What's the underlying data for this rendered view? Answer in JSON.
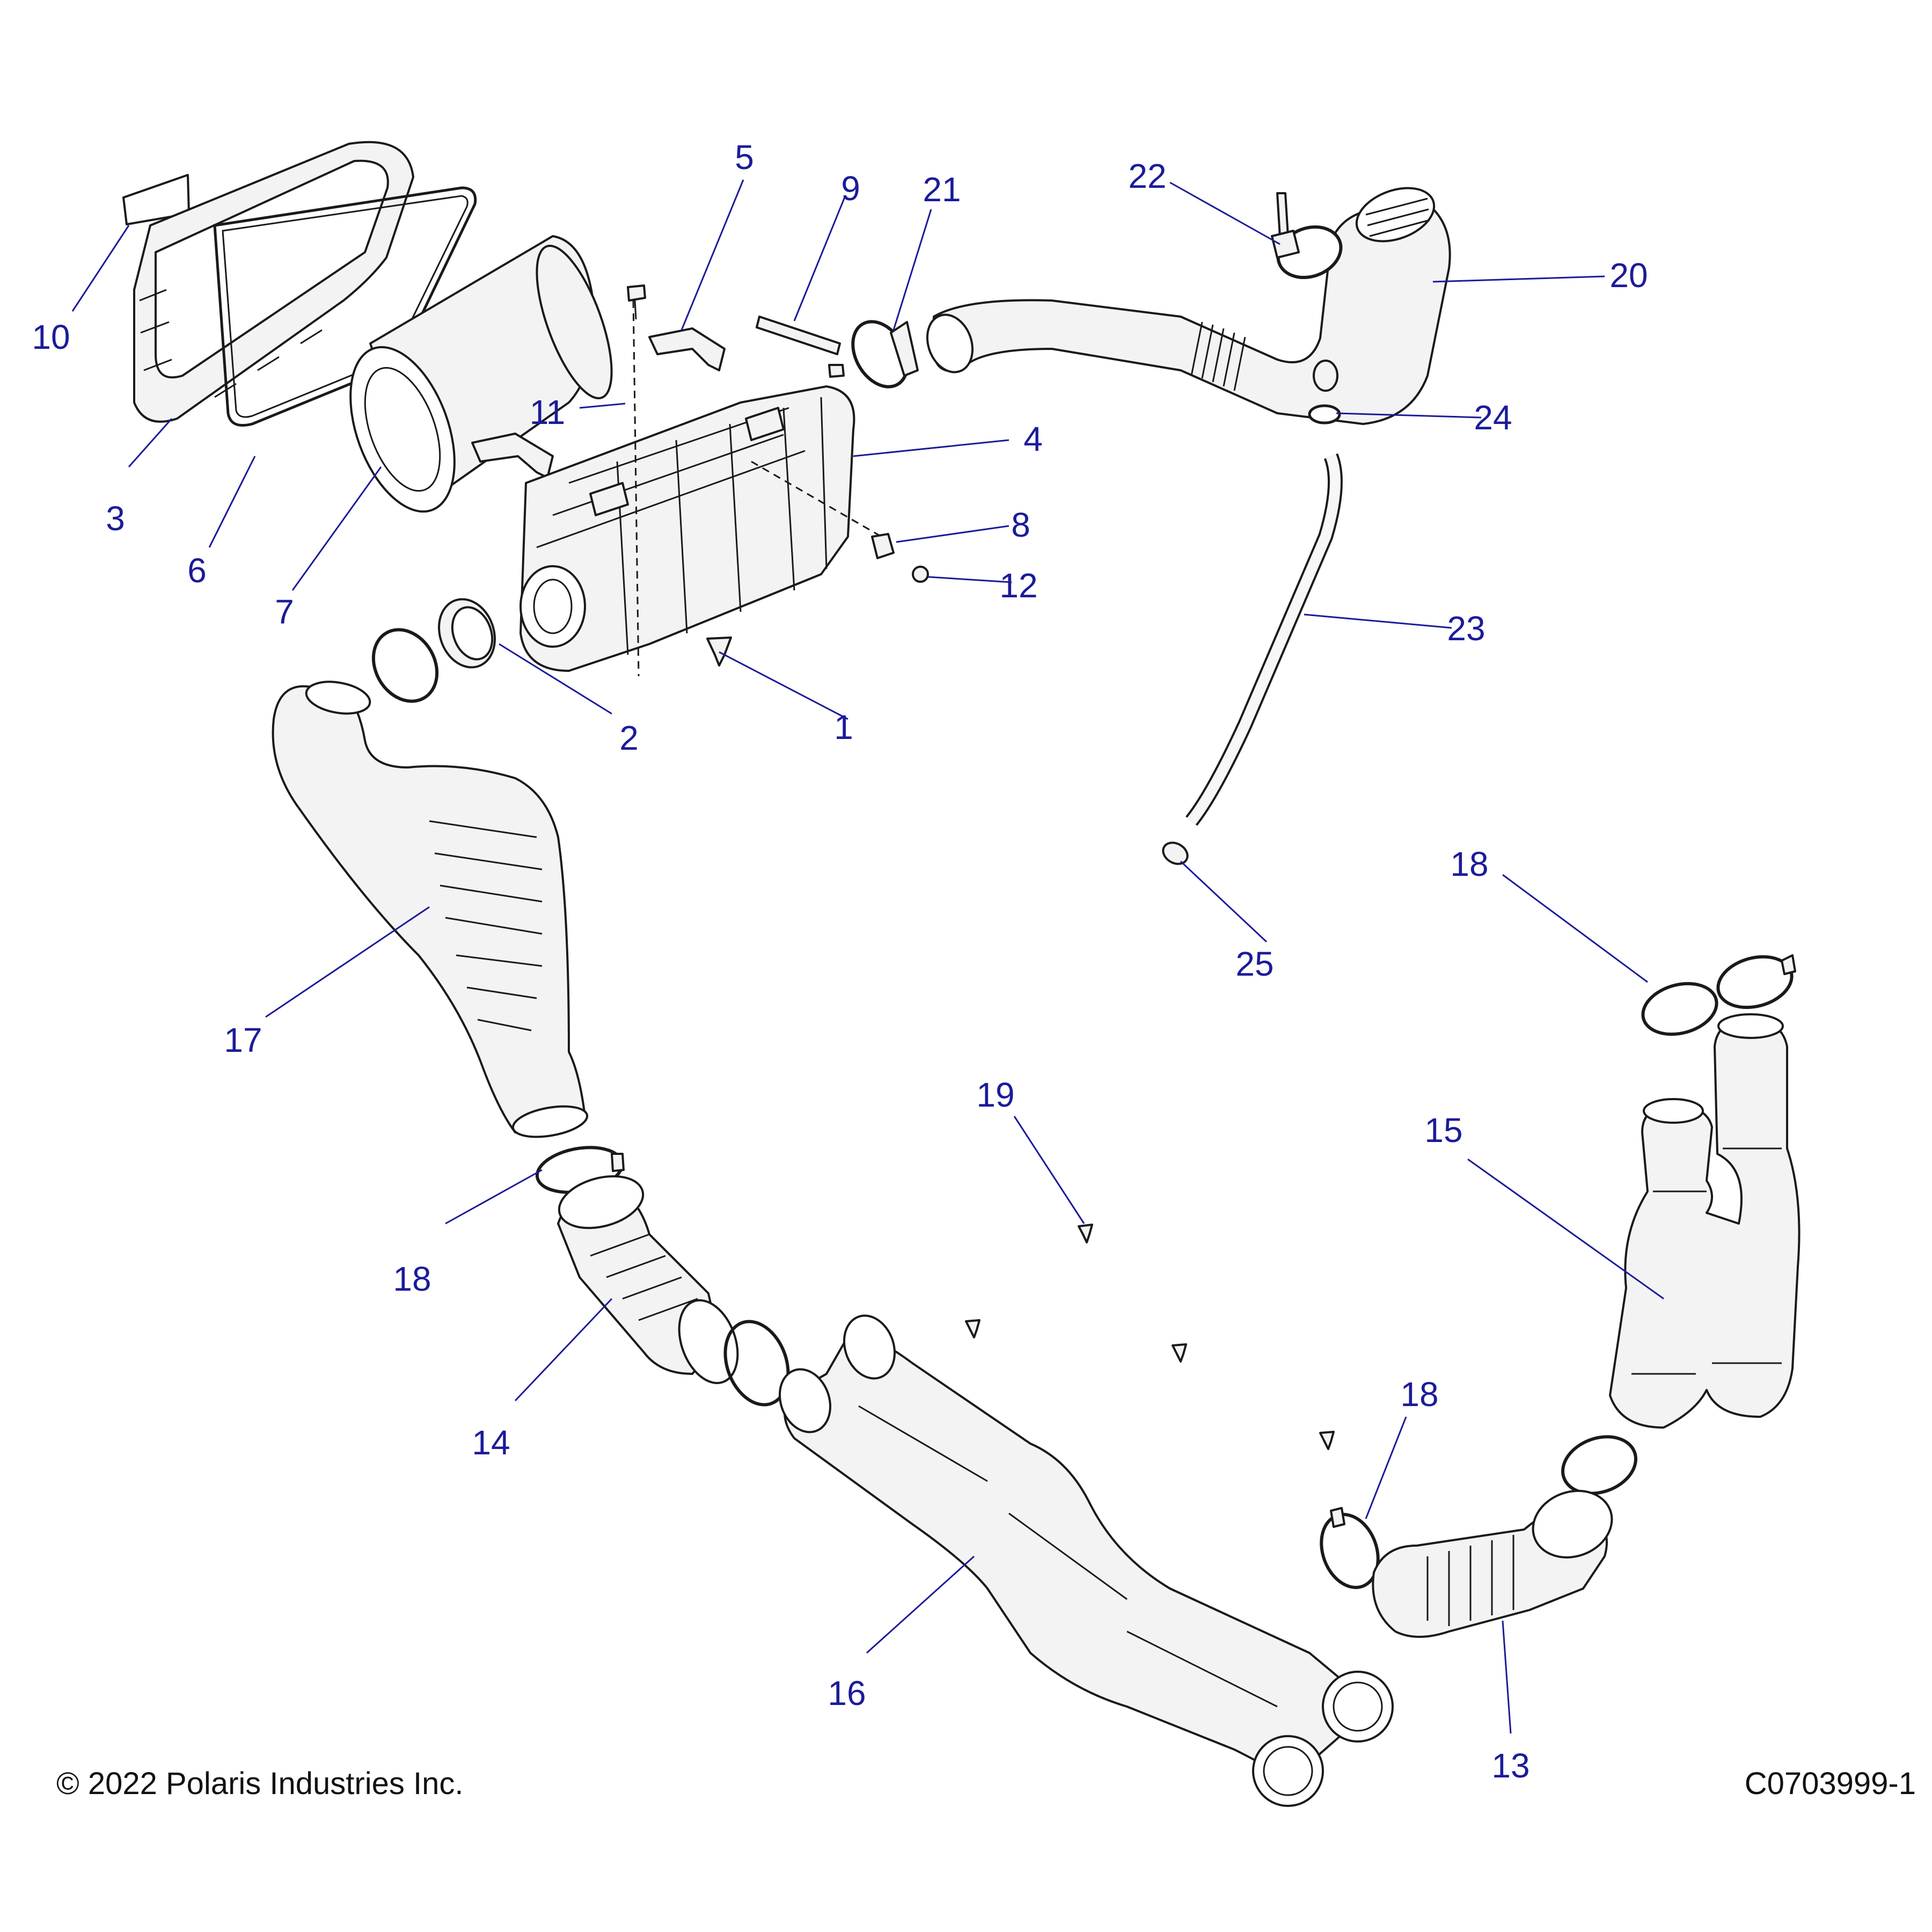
{
  "callouts": {
    "c1": "1",
    "c2": "2",
    "c3": "3",
    "c4": "4",
    "c5": "5",
    "c6": "6",
    "c7": "7",
    "c8": "8",
    "c9": "9",
    "c10": "10",
    "c11": "11",
    "c12": "12",
    "c13": "13",
    "c14": "14",
    "c15": "15",
    "c16": "16",
    "c17": "17",
    "c18a": "18",
    "c18b": "18",
    "c18c": "18",
    "c19": "19",
    "c20": "20",
    "c21": "21",
    "c22": "22",
    "c23": "23",
    "c24": "24",
    "c25": "25"
  },
  "footer": {
    "copyright": "© 2022 Polaris Industries Inc.",
    "drawing_id": "C0703999-1"
  },
  "colors": {
    "callout": "#1b1b9a",
    "line": "#1a1a1a",
    "part_fill": "#f3f3f3"
  }
}
